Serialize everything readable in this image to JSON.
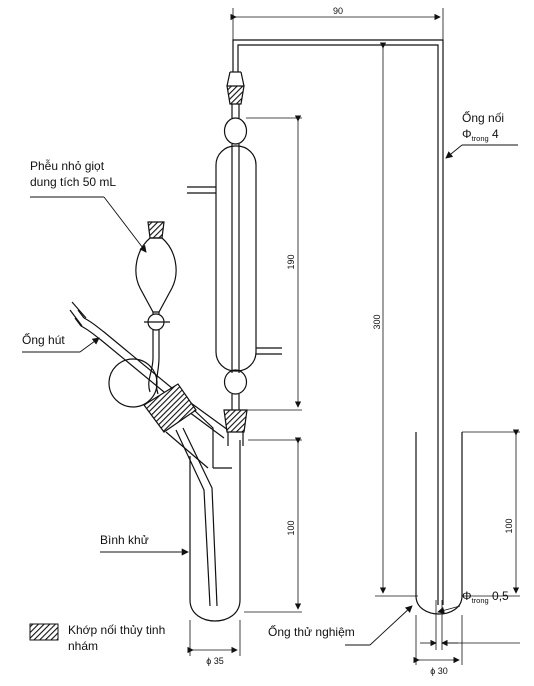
{
  "labels": {
    "funnel_line1": "Phễu nhỏ giọt",
    "funnel_line2": "dung tích 50 mL",
    "suction_tube": "Ống hút",
    "reduction_flask": "Bình khử",
    "joint_legend_line1": "Khớp nối thủy tinh",
    "joint_legend_line2": "nhám",
    "connector_line1": "Ống nối",
    "connector_phi": "Φ",
    "connector_sub": "trong",
    "connector_value": " 4",
    "test_tube": "Ống thử nghiệm",
    "tip_phi": "Φ",
    "tip_sub": "trong",
    "tip_value": " 0,5"
  },
  "dimensions": {
    "top_width": "90",
    "condenser_height": "190",
    "connector_height": "300",
    "flask_height": "100",
    "test_tube_height": "100",
    "flask_diameter": "ϕ 35",
    "test_tube_diameter": "ϕ 30"
  }
}
